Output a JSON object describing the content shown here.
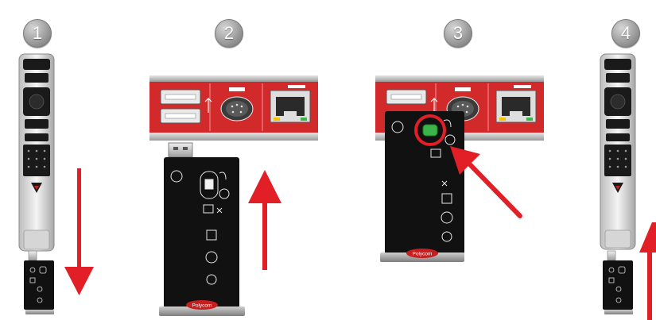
{
  "steps": [
    {
      "number": "1"
    },
    {
      "number": "2"
    },
    {
      "number": "3"
    },
    {
      "number": "4"
    }
  ],
  "brand": {
    "label": "Polycom"
  },
  "colors": {
    "panel_red": "#d22a2a",
    "arrow_red": "#e21f26",
    "led_green": "#3bb54a",
    "highlight_red": "#e21f26",
    "dongle_black": "#111111"
  }
}
